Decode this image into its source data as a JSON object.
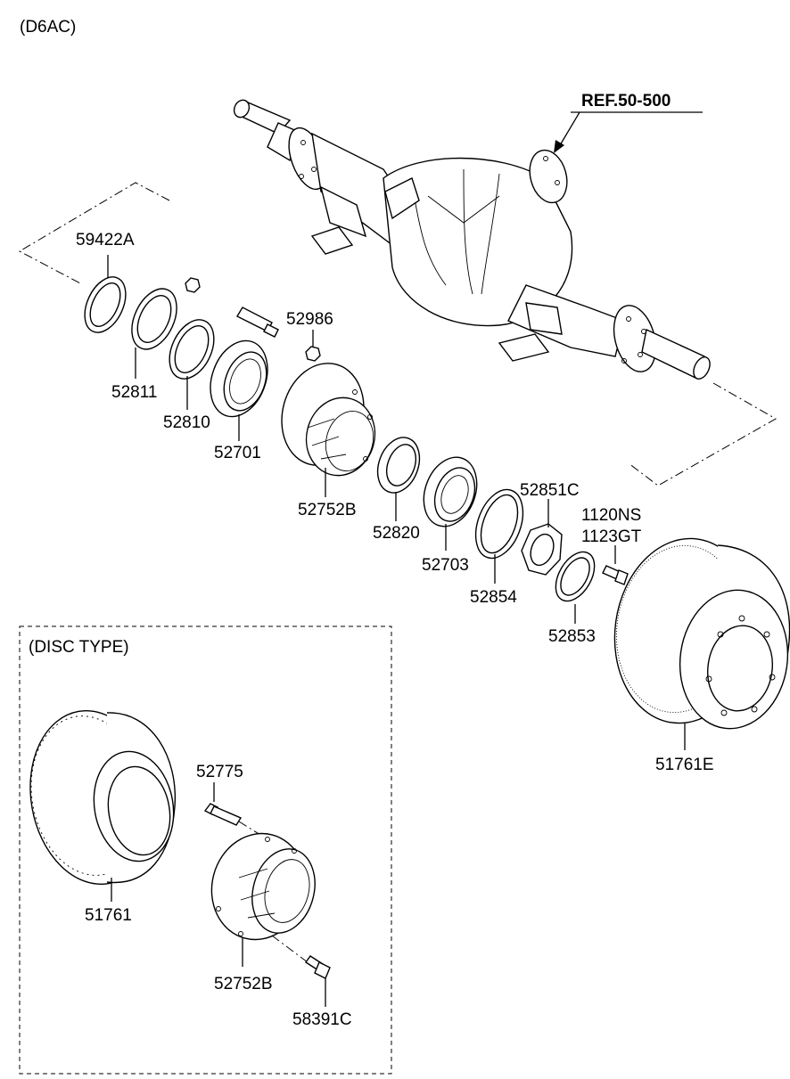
{
  "header": {
    "engine_code": "(D6AC)",
    "reference": "REF.50-500"
  },
  "inset": {
    "title": "(DISC TYPE)"
  },
  "parts": {
    "p59422A": "59422A",
    "p52811": "52811",
    "p52810": "52810",
    "p52701": "52701",
    "p52986": "52986",
    "p52752B": "52752B",
    "p52820": "52820",
    "p52703": "52703",
    "p52851C": "52851C",
    "p52854": "52854",
    "p52853": "52853",
    "p1120NS": "1120NS",
    "p1123GT": "1123GT",
    "p51761E": "51761E",
    "p52775": "52775",
    "p51761": "51761",
    "p52752B_disc": "52752B",
    "p58391C": "58391C"
  }
}
